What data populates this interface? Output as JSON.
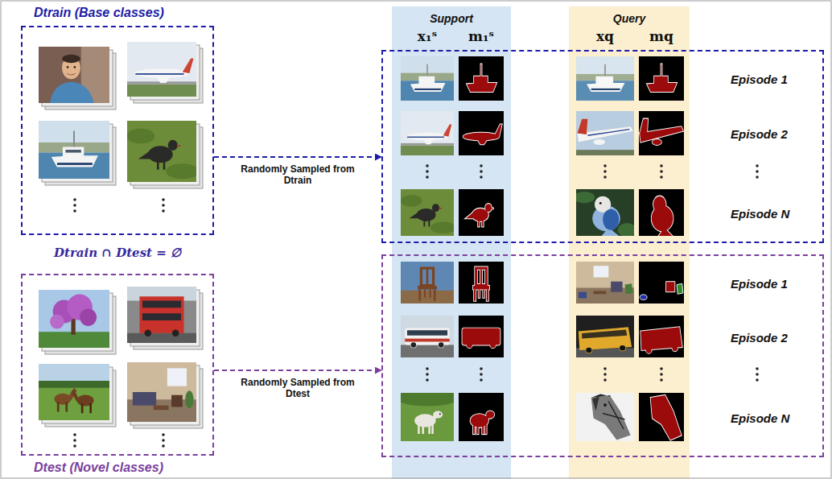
{
  "diagram": {
    "nodes": [
      {
        "text": [
          "Dtrain (Base classes)"
        ]
      },
      {
        "text": [
          "Support",
          "x₁ˢ",
          "m₁ˢ"
        ]
      },
      {
        "text": [
          "Query",
          "xq",
          "mq"
        ]
      },
      {
        "text": [
          "Episode 1",
          "Episode 2",
          "Episode N"
        ]
      },
      {
        "text": [
          "Dtest (Novel classes)"
        ]
      },
      {
        "text": [
          "Episode 1",
          "Episode 2",
          "Episode N"
        ]
      }
    ],
    "edges": [
      {
        "from": 0,
        "to": 3,
        "arrow": "to",
        "label": "Randomly Sampled from Dtrain"
      },
      {
        "from": 4,
        "to": 5,
        "arrow": "to",
        "label": "Randomly Sampled from Dtest"
      }
    ],
    "labels": [
      "Dtrain ∩ Dtest = ∅"
    ]
  }
}
